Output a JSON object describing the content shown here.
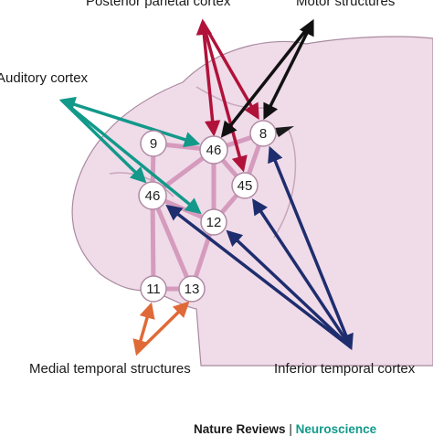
{
  "labels": {
    "posterior_parietal": "Posterior parietal cortex",
    "motor": "Motor structures",
    "auditory": "Auditory cortex",
    "medial_temporal": "Medial temporal structures",
    "inferior_temporal": "Inferior temporal cortex"
  },
  "areas": [
    "9",
    "46",
    "8",
    "46",
    "45",
    "12",
    "11",
    "13"
  ],
  "credit": {
    "journal": "Nature Reviews",
    "separator": "|",
    "section": "Neuroscience"
  },
  "colors": {
    "brain_fill": "#f0dbe9",
    "brain_outline": "#a88a9f",
    "connection": "#d59bbd",
    "parietal": "#b0123a",
    "motor": "#111111",
    "auditory": "#12998a",
    "medial_temporal": "#e06a37",
    "inferior_temporal": "#1e2d6e",
    "section_text": "#12998a"
  }
}
